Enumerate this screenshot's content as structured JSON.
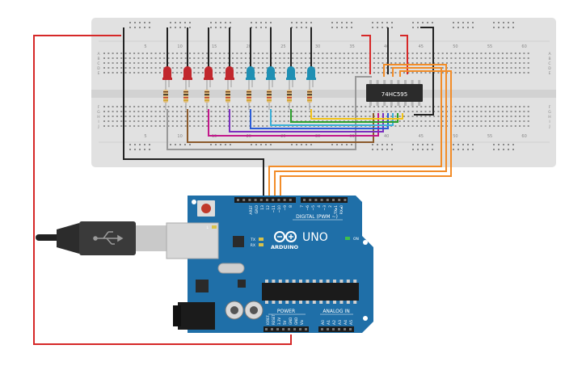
{
  "breadboard": {
    "column_numbers": [
      "5",
      "10",
      "15",
      "20",
      "25",
      "30",
      "35",
      "40",
      "45",
      "50",
      "55",
      "60"
    ],
    "row_letters_top": [
      "A",
      "B",
      "C",
      "D",
      "E"
    ],
    "row_letters_bottom": [
      "F",
      "G",
      "H",
      "I",
      "J"
    ]
  },
  "chip": {
    "label": "74HC595"
  },
  "leds": [
    {
      "color": "#c1272d"
    },
    {
      "color": "#c1272d"
    },
    {
      "color": "#c1272d"
    },
    {
      "color": "#c1272d"
    },
    {
      "color": "#1f8fb3"
    },
    {
      "color": "#1f8fb3"
    },
    {
      "color": "#1f8fb3"
    },
    {
      "color": "#1f8fb3"
    }
  ],
  "wire_colors": {
    "power": "#d62828",
    "ground": "#222222",
    "data": "#f28c28",
    "led_wires": [
      "#999999",
      "#8b5a2b",
      "#c2188b",
      "#7b2fbf",
      "#2a5bd7",
      "#3ab0d8",
      "#2ca02c",
      "#f2c318"
    ]
  },
  "arduino": {
    "brand": "ARDUINO",
    "model": "UNO",
    "board_color": "#1f6fa8",
    "digital_header_label": "DIGITAL (PWM ~)",
    "power_label": "POWER",
    "analog_label": "ANALOG IN",
    "on_label": "ON",
    "tx_label": "TX",
    "rx_label": "RX",
    "l_label": "L",
    "digital_pins": [
      "AREF",
      "GND",
      "13",
      "12",
      "~11",
      "~10",
      "~9",
      "8",
      "7",
      "~6",
      "~5",
      "4",
      "~3",
      "2",
      "TX▸1",
      "RX◂0"
    ],
    "power_pins": [
      "IOREF",
      "RESET",
      "3.3V",
      "5V",
      "GND",
      "GND",
      "Vin"
    ],
    "analog_pins": [
      "A0",
      "A1",
      "A2",
      "A3",
      "A4",
      "A5"
    ]
  }
}
